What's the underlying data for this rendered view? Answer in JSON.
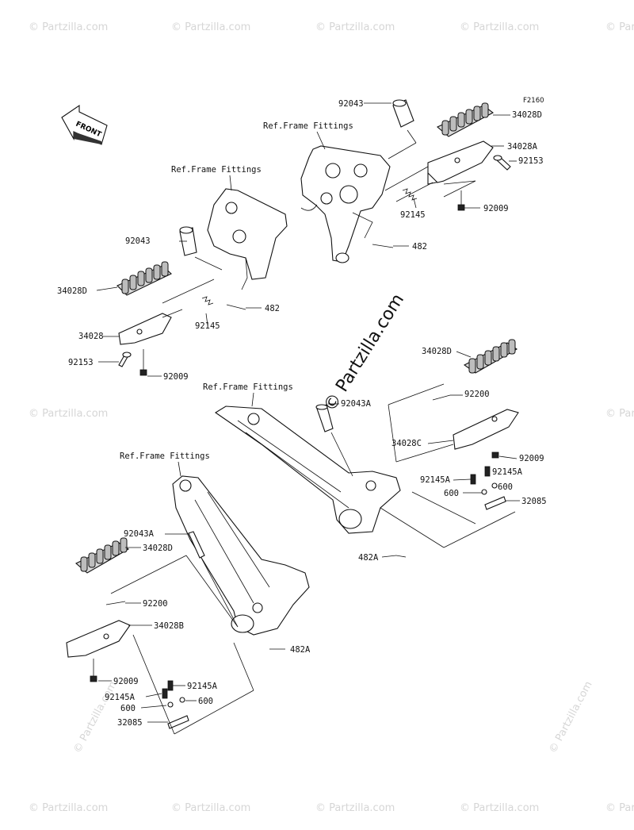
{
  "diagram_code": "F2160",
  "front_label": "FRONT",
  "site_watermark": "© Partzilla.com",
  "corner_watermarks": [
    "© Partzilla.com",
    "© Partzilla.com",
    "© Partzilla.com",
    "© Partzilla.com",
    "© Partzilla.com",
    "© Partzilla.com",
    "© Partzilla.com",
    "© Partzilla.com",
    "© Partzilla.com",
    "© Partzilla.com",
    "© Partzilla.com",
    "© Partzilla.com",
    "© Partzilla.com",
    "© Partzilla.com"
  ],
  "ref_labels": [
    "Ref.Frame Fittings",
    "Ref.Frame Fittings",
    "Ref.Frame Fittings",
    "Ref.Frame Fittings"
  ],
  "part_labels": [
    "92043",
    "34028D",
    "34028A",
    "92153",
    "92009",
    "92145",
    "482",
    "92043",
    "34028D",
    "34028",
    "92145",
    "482",
    "92153",
    "92009",
    "34028D",
    "92043A",
    "92200",
    "34028C",
    "92009",
    "92145A",
    "600",
    "600",
    "32085",
    "482A",
    "92043A",
    "34028D",
    "92200",
    "34028B",
    "482A",
    "92009",
    "92145A",
    "92145A",
    "600",
    "600",
    "32085"
  ]
}
